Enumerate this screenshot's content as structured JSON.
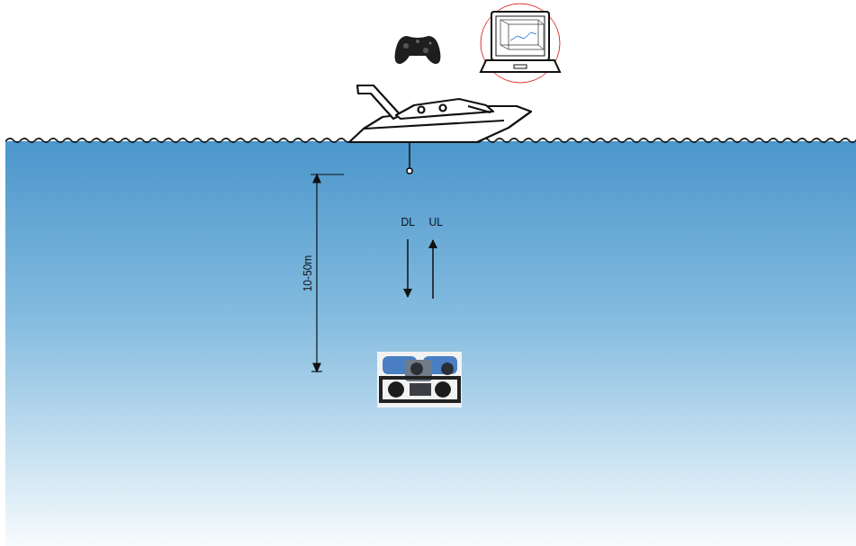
{
  "diagram": {
    "labels": [
      "10-50m",
      "DL",
      "UL"
    ]
  }
}
